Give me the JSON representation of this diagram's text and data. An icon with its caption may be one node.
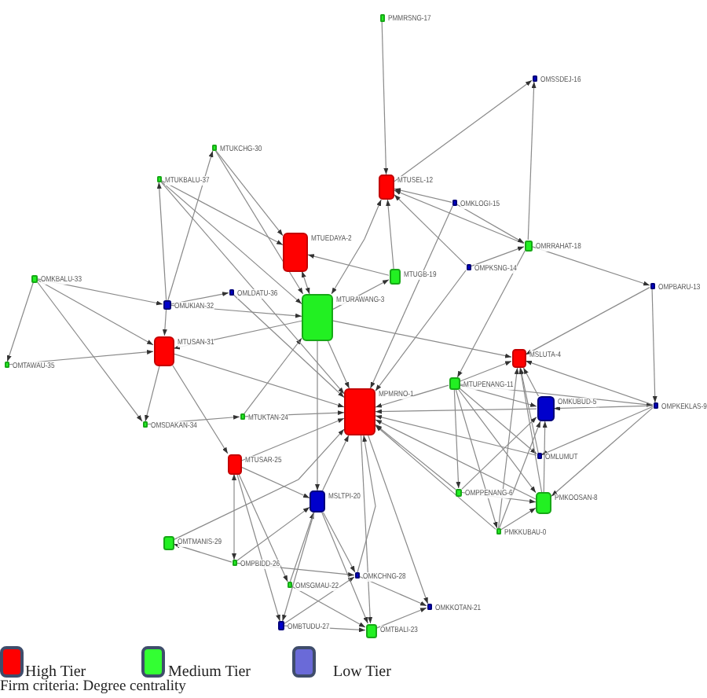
{
  "diagram": {
    "caption": "Firm criteria: Degree centrality",
    "nodes": [
      {
        "text": [
          "PMMRSNG-17"
        ]
      },
      {
        "text": [
          "OMSSDEJ-16"
        ]
      },
      {
        "text": [
          "MTUKCHG-30"
        ]
      },
      {
        "text": [
          "MTUKBALU-37"
        ]
      },
      {
        "text": [
          "MTUSEL-12"
        ]
      },
      {
        "text": [
          "OMKLOGI-15"
        ]
      },
      {
        "text": [
          "OMRRAHAT-18"
        ]
      },
      {
        "text": [
          "MTUEDAYA-2"
        ]
      },
      {
        "text": [
          "OMPKSNG-14"
        ]
      },
      {
        "text": [
          "MTUGB-19"
        ]
      },
      {
        "text": [
          "OMKBALU-33"
        ]
      },
      {
        "text": [
          "OMPBARU-13"
        ]
      },
      {
        "text": [
          "OMLDATU-36"
        ]
      },
      {
        "text": [
          "OMUKIAN-32"
        ]
      },
      {
        "text": [
          "MTURAWANG-3"
        ]
      },
      {
        "text": [
          "MTUSAN-31"
        ]
      },
      {
        "text": [
          "MSLUTA-4"
        ]
      },
      {
        "text": [
          "OMTAWAU-35"
        ]
      },
      {
        "text": [
          "MTUPENANG-11"
        ]
      },
      {
        "text": [
          "OMPKEKLAS-9"
        ]
      },
      {
        "text": [
          "OMKUBUD-5"
        ]
      },
      {
        "text": [
          "MPMRNO-1"
        ]
      },
      {
        "text": [
          "MTUKTAN-24"
        ]
      },
      {
        "text": [
          "OMSDAKAN-34"
        ]
      },
      {
        "text": [
          "OMLUMUT"
        ]
      },
      {
        "text": [
          "MTUSAR-25"
        ]
      },
      {
        "text": [
          "OMPPENANG-6"
        ]
      },
      {
        "text": [
          "MSLTPI-20"
        ]
      },
      {
        "text": [
          "PMKOOSAN-8"
        ]
      },
      {
        "text": [
          "PMKKUBAU-0"
        ]
      },
      {
        "text": [
          "OMTMANIS-29"
        ]
      },
      {
        "text": [
          "OMPBIDD-26"
        ]
      },
      {
        "text": [
          "OMKCHNG-28"
        ]
      },
      {
        "text": [
          "OMSGMAU-22"
        ]
      },
      {
        "text": [
          "OMKKOTAN-21"
        ]
      },
      {
        "text": [
          "OMBTUDU-27"
        ]
      },
      {
        "text": [
          "OMTBALI-23"
        ]
      }
    ],
    "edges": [
      {
        "from": 0,
        "to": 4,
        "arrow": "to"
      },
      {
        "from": 6,
        "to": 1,
        "arrow": "to"
      },
      {
        "from": 4,
        "to": 1,
        "arrow": "to"
      },
      {
        "from": 5,
        "to": 4,
        "arrow": "to"
      },
      {
        "from": 6,
        "to": 4,
        "arrow": "to"
      },
      {
        "from": 5,
        "to": 6,
        "arrow": "to"
      },
      {
        "from": 8,
        "to": 4,
        "arrow": "to"
      },
      {
        "from": 8,
        "to": 6,
        "arrow": "to"
      },
      {
        "from": 6,
        "to": 11,
        "arrow": "to"
      },
      {
        "from": 9,
        "to": 7,
        "arrow": "to"
      },
      {
        "from": 14,
        "to": 9,
        "arrow": "to"
      },
      {
        "from": 9,
        "to": 4,
        "arrow": "to"
      },
      {
        "from": 14,
        "to": 4,
        "arrow": "both"
      },
      {
        "from": 13,
        "to": 2,
        "arrow": "to"
      },
      {
        "from": 2,
        "to": 7,
        "arrow": "to"
      },
      {
        "from": 2,
        "to": 14,
        "arrow": "to"
      },
      {
        "from": 13,
        "to": 3,
        "arrow": "to"
      },
      {
        "from": 3,
        "to": 7,
        "arrow": "to"
      },
      {
        "from": 3,
        "to": 14,
        "arrow": "to"
      },
      {
        "from": 14,
        "to": 7,
        "arrow": "both"
      },
      {
        "from": 10,
        "to": 13,
        "arrow": "to"
      },
      {
        "from": 10,
        "to": 17,
        "arrow": "to"
      },
      {
        "from": 10,
        "to": 23,
        "arrow": "to"
      },
      {
        "from": 10,
        "to": 15,
        "arrow": "to"
      },
      {
        "from": 13,
        "to": 12,
        "arrow": "to"
      },
      {
        "from": 12,
        "to": 21,
        "arrow": "to"
      },
      {
        "from": 13,
        "to": 15,
        "arrow": "to"
      },
      {
        "from": 17,
        "to": 15,
        "arrow": "to"
      },
      {
        "from": 14,
        "to": 15,
        "arrow": "to"
      },
      {
        "from": 15,
        "to": 21,
        "arrow": "to"
      },
      {
        "from": 15,
        "to": 23,
        "arrow": "to"
      },
      {
        "from": 23,
        "to": 22,
        "arrow": "to"
      },
      {
        "from": 22,
        "to": 21,
        "arrow": "to"
      },
      {
        "from": 22,
        "to": 14,
        "arrow": "to"
      },
      {
        "from": 15,
        "to": 25,
        "arrow": "to"
      },
      {
        "from": 25,
        "to": 21,
        "arrow": "to"
      },
      {
        "from": 31,
        "to": 25,
        "arrow": "both"
      },
      {
        "from": 31,
        "to": 30,
        "arrow": "to"
      },
      {
        "from": 30,
        "to": 21,
        "arrow": "to"
      },
      {
        "from": 31,
        "to": 27,
        "arrow": "to"
      },
      {
        "from": 31,
        "to": 32,
        "arrow": "to"
      },
      {
        "from": 25,
        "to": 33,
        "arrow": "to"
      },
      {
        "from": 25,
        "to": 27,
        "arrow": "to"
      },
      {
        "from": 25,
        "to": 35,
        "arrow": "to"
      },
      {
        "from": 33,
        "to": 27,
        "arrow": "to"
      },
      {
        "from": 35,
        "to": 32,
        "arrow": "to"
      },
      {
        "from": 27,
        "to": 21,
        "arrow": "to"
      },
      {
        "from": 14,
        "to": 27,
        "arrow": "to"
      },
      {
        "from": 18,
        "to": 21,
        "arrow": "to"
      },
      {
        "from": 20,
        "to": 21,
        "arrow": "to"
      },
      {
        "from": 24,
        "to": 21,
        "arrow": "to"
      },
      {
        "from": 26,
        "to": 21,
        "arrow": "to"
      },
      {
        "from": 29,
        "to": 21,
        "arrow": "to"
      },
      {
        "from": 28,
        "to": 21,
        "arrow": "to"
      },
      {
        "from": 14,
        "to": 16,
        "arrow": "to"
      },
      {
        "from": 32,
        "to": 21,
        "arrow": "to"
      },
      {
        "from": 21,
        "to": 34,
        "arrow": "to"
      },
      {
        "from": 18,
        "to": 16,
        "arrow": "to"
      },
      {
        "from": 18,
        "to": 20,
        "arrow": "to"
      },
      {
        "from": 18,
        "to": 19,
        "arrow": "to"
      },
      {
        "from": 18,
        "to": 26,
        "arrow": "to"
      },
      {
        "from": 18,
        "to": 29,
        "arrow": "to"
      },
      {
        "from": 18,
        "to": 24,
        "arrow": "to"
      },
      {
        "from": 18,
        "to": 28,
        "arrow": "to"
      },
      {
        "from": 19,
        "to": 16,
        "arrow": "to"
      },
      {
        "from": 20,
        "to": 16,
        "arrow": "to"
      },
      {
        "from": 24,
        "to": 16,
        "arrow": "to"
      },
      {
        "from": 28,
        "to": 16,
        "arrow": "to"
      },
      {
        "from": 29,
        "to": 16,
        "arrow": "to"
      },
      {
        "from": 19,
        "to": 20,
        "arrow": "to"
      },
      {
        "from": 19,
        "to": 24,
        "arrow": "to"
      },
      {
        "from": 19,
        "to": 28,
        "arrow": "to"
      },
      {
        "from": 11,
        "to": 19,
        "arrow": "to"
      },
      {
        "from": 11,
        "to": 16,
        "arrow": "to"
      },
      {
        "from": 6,
        "to": 18,
        "arrow": "to"
      },
      {
        "from": 28,
        "to": 20,
        "arrow": "to"
      },
      {
        "from": 26,
        "to": 20,
        "arrow": "to"
      },
      {
        "from": 26,
        "to": 28,
        "arrow": "to"
      },
      {
        "from": 29,
        "to": 28,
        "arrow": "to"
      },
      {
        "from": 29,
        "to": 20,
        "arrow": "to"
      },
      {
        "from": 32,
        "to": 34,
        "arrow": "to"
      },
      {
        "from": 36,
        "to": 34,
        "arrow": "to"
      },
      {
        "from": 14,
        "to": 21,
        "arrow": "to"
      },
      {
        "from": 8,
        "to": 21,
        "arrow": "to"
      },
      {
        "from": 5,
        "to": 21,
        "arrow": "to"
      },
      {
        "from": 13,
        "to": 14,
        "arrow": "to"
      },
      {
        "from": 3,
        "to": 21,
        "arrow": "to"
      },
      {
        "from": 27,
        "to": 35,
        "arrow": "to"
      },
      {
        "from": 27,
        "to": 32,
        "arrow": "to"
      },
      {
        "from": 27,
        "to": 36,
        "arrow": "to"
      },
      {
        "from": 21,
        "to": 36,
        "arrow": "to"
      },
      {
        "from": 33,
        "to": 36,
        "arrow": "to"
      },
      {
        "from": 35,
        "to": 36,
        "arrow": "to"
      }
    ],
    "legend": [
      {
        "text": "High Tier",
        "color": "#ff0000"
      },
      {
        "text": "Medium Tier",
        "color": "#33ff33"
      },
      {
        "text": "Low Tier",
        "color": "#6a6ad8"
      }
    ]
  }
}
